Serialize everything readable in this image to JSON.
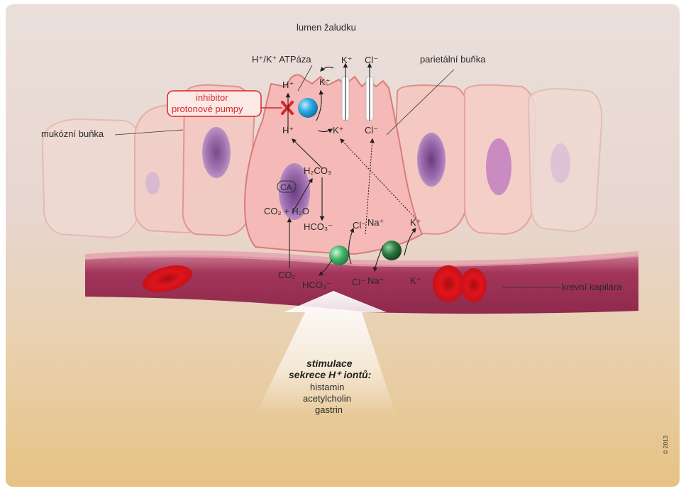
{
  "labels": {
    "lumen": "lumen žaludku",
    "atpase": "H⁺/K⁺ ATPáza",
    "parietal": "parietální buňka",
    "mucous": "mukózní buňka",
    "inhibitor_line1": "inhibitor",
    "inhibitor_line2": "protonové pumpy",
    "capillary": "krevní kapilára",
    "stim_line1": "stimulace",
    "stim_line2": "sekrece H⁺ iontů:",
    "stim_item1": "histamin",
    "stim_item2": "acetylcholin",
    "stim_item3": "gastrin",
    "copyright": "© 2013"
  },
  "ions": {
    "k_out": "K⁺",
    "cl_out": "Cl⁻",
    "h_top": "H⁺",
    "k_top": "K⁺",
    "h_cell": "H⁺",
    "k_cell": "K⁺",
    "cl_cell": "Cl⁻",
    "h2co3": "H₂CO₃",
    "ca": "CA",
    "co2_h2o": "CO₂ + H₂O",
    "hco3_cell": "HCO₃⁻",
    "cl_base": "Cl⁻",
    "na_base": "Na⁺",
    "k_base": "K⁺",
    "co2_blood": "CO₂",
    "hco3_blood": "HCO₃⁻",
    "cl_blood": "Cl⁻",
    "na_blood": "Na⁺",
    "k_blood": "K⁺"
  },
  "colors": {
    "background_top": "#e9dbd6",
    "background_bottom": "#e7c58a",
    "cell_fill": "#f3cfc9",
    "parietal_fill": "#f4b7b4",
    "nucleus": "#8c5a9c",
    "capillary": "#a8355a",
    "rbc": "#d9141c",
    "pump_blue": "#2aa8e0",
    "transporter_green": "#45b56a",
    "transporter_dark": "#2c7a3e",
    "inhibitor_red": "#d8262a"
  }
}
